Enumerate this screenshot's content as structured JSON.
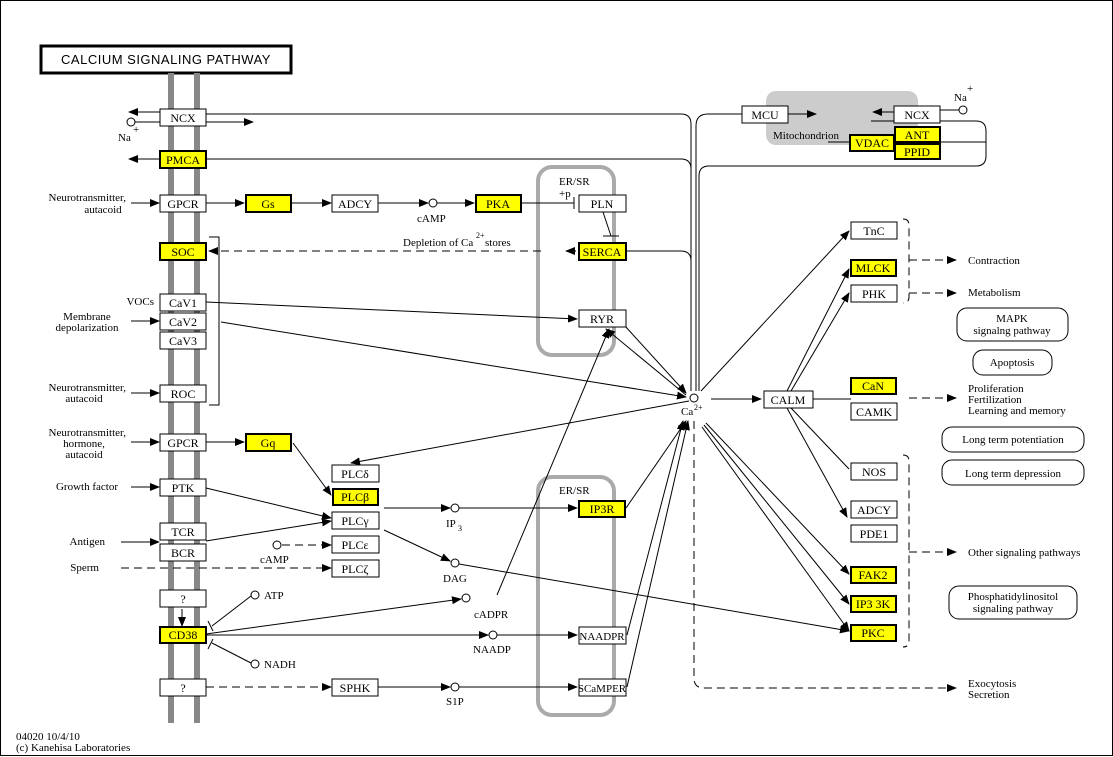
{
  "title": "CALCIUM SIGNALING PATHWAY",
  "footer": {
    "id_date": "04020 10/4/10",
    "copyright": "(c) Kanehisa Laboratories"
  },
  "colors": {
    "highlight": "#ffff00",
    "membrane": "#888888",
    "er": "#aaaaaa",
    "mitochondrion": "#cccccc"
  },
  "genes": {
    "ncx_pm": "NCX",
    "pmca": "PMCA",
    "gpcr1": "GPCR",
    "gs": "Gs",
    "adcy1": "ADCY",
    "pka": "PKA",
    "pln": "PLN",
    "soc": "SOC",
    "serca": "SERCA",
    "cav1": "CaV1",
    "cav2": "CaV2",
    "cav3": "CaV3",
    "ryr": "RYR",
    "roc": "ROC",
    "gpcr2": "GPCR",
    "gq": "Gq",
    "plcd": "PLCδ",
    "plcb": "PLCβ",
    "plcg": "PLCγ",
    "plce": "PLCε",
    "plcz": "PLCζ",
    "ptk": "PTK",
    "tcr": "TCR",
    "bcr": "BCR",
    "ip3r": "IP3R",
    "q1": "?",
    "cd38": "CD38",
    "q2": "?",
    "naadpr": "NAADPR",
    "sphk": "SPHK",
    "scampr": "SCaMPER",
    "mcu": "MCU",
    "ncx_mito": "NCX",
    "vdac": "VDAC",
    "ant": "ANT",
    "ppid": "PPID",
    "tnc": "TnC",
    "mlck": "MLCK",
    "phk": "PHK",
    "calm": "CALM",
    "can": "CaN",
    "camk": "CAMK",
    "nos": "NOS",
    "adcy2": "ADCY",
    "pde1": "PDE1",
    "fak2": "FAK2",
    "ip33k": "IP3 3K",
    "pkc": "PKC"
  },
  "compounds": {
    "na1": "Na",
    "na2": "Na",
    "camp1": "cAMP",
    "camp2": "cAMP",
    "ip3": "IP",
    "ip3_sub": "3",
    "dag": "DAG",
    "cadpr": "cADPR",
    "naadp": "NAADP",
    "s1p": "S1P",
    "atp": "ATP",
    "nadh": "NADH",
    "ca": "Ca",
    "ca_sup": "2+",
    "plus": "+"
  },
  "labels": {
    "nt_autacoid1": [
      "Neurotransmitter,",
      "autacoid"
    ],
    "vocs": "VOCs",
    "membrane_depol": [
      "Membrane",
      "depolarization"
    ],
    "nt_autacoid2": [
      "Neurotransmitter,",
      "autacoid"
    ],
    "nt_hormone": [
      "Neurotransmitter,",
      "hormone,",
      "autacoid"
    ],
    "growth_factor": "Growth factor",
    "antigen": "Antigen",
    "sperm": "Sperm",
    "er_sr1": "ER/SR",
    "er_sr2": "ER/SR",
    "plus_p": "+p",
    "depletion": "Depletion of Ca",
    "depletion_sup": "2+",
    "depletion_tail": " stores",
    "mitochondrion": "Mitochondrion"
  },
  "outcomes": {
    "contraction": "Contraction",
    "metabolism": "Metabolism",
    "proliferation": [
      "Proliferation",
      "Fertilization",
      "Learning and memory"
    ],
    "other": "Other signaling pathways",
    "exocytosis": [
      "Exocytosis",
      "Secretion"
    ]
  },
  "pathway_links": {
    "mapk": [
      "MAPK",
      "signalng pathway"
    ],
    "apoptosis": "Apoptosis",
    "ltp": "Long term potentiation",
    "ltd": "Long term depression",
    "pi": [
      "Phosphatidylinositol",
      "signaling pathway"
    ]
  }
}
